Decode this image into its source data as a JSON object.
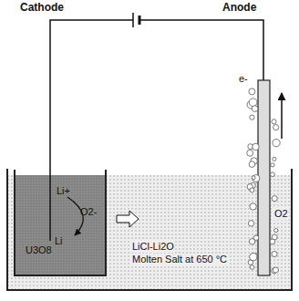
{
  "diagram": {
    "nodes": [
      {
        "text": [
          "LiCl-Li2O",
          "Molten Salt at 650 °C"
        ]
      },
      {
        "text": [
          "U3O8"
        ],
        "in": 0
      }
    ],
    "labels": [
      "Cathode",
      "Anode",
      "Li+",
      "Li",
      "O2-",
      "e-",
      "O2"
    ]
  }
}
